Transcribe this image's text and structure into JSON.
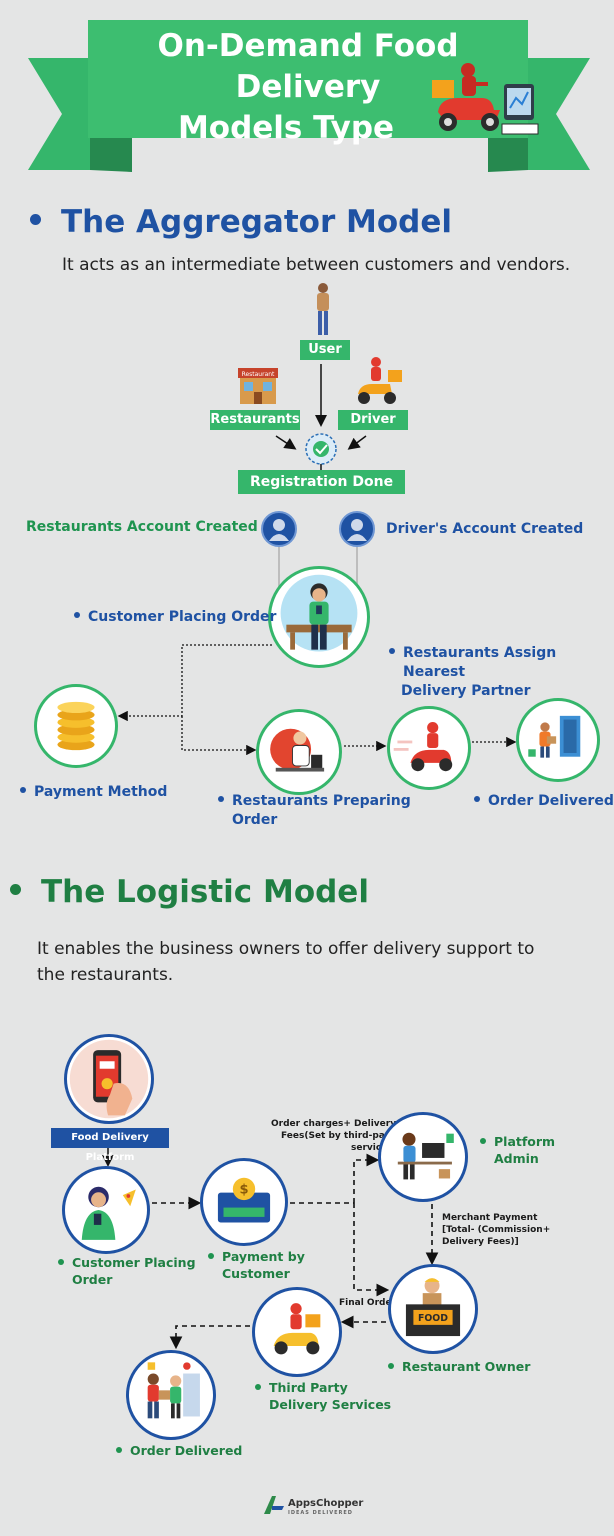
{
  "banner": {
    "title_line1": "On-Demand Food Delivery",
    "title_line2": "Models Type"
  },
  "aggregator": {
    "heading": "The Aggregator Model",
    "description": "It acts as an intermediate between customers and vendors.",
    "user_label": "User",
    "restaurants_label": "Restaurants",
    "restaurant_sign": "Restaurant",
    "driver_label": "Driver",
    "registration_label": "Registration Done",
    "restaurants_account": "Restaurants Account Created",
    "drivers_account": "Driver's Account Created",
    "customer_placing": "Customer Placing Order",
    "assign_line1": "Restaurants Assign",
    "assign_line2": "Nearest",
    "assign_line3": "Delivery Partner",
    "payment_method": "Payment Method",
    "preparing_line1": "Restaurants Preparing",
    "preparing_line2": "Order",
    "order_delivered": "Order Delivered"
  },
  "logistic": {
    "heading": "The Logistic Model",
    "description_line1": "It enables the business owners to offer delivery support to",
    "description_line2": "the restaurants.",
    "platform_label": "Food Delivery Platform",
    "customer_line1": "Customer Placing",
    "customer_line2": "Order",
    "payment_line1": "Payment by",
    "payment_line2": "Customer",
    "charges_line1": "Order charges+ Delivery",
    "charges_line2": "Fees(Set by third-party",
    "charges_line3": "service)",
    "admin_line1": "Platform",
    "admin_line2": "Admin",
    "merchant_line1": "Merchant Payment",
    "merchant_line2": "[Total- (Commission+",
    "merchant_line3": "Delivery Fees)]",
    "final_order": "Final Order",
    "owner_label": "Restaurant Owner",
    "food_sign": "FOOD",
    "third_line1": "Third Party",
    "third_line2": "Delivery Services",
    "order_delivered": "Order Delivered"
  },
  "footer": {
    "brand": "AppsChopper",
    "tagline": "IDEAS DELIVERED"
  },
  "colors": {
    "green": "#35b66b",
    "dark_green": "#1f7f43",
    "blue": "#1f52a3",
    "background": "#e4e5e5"
  }
}
